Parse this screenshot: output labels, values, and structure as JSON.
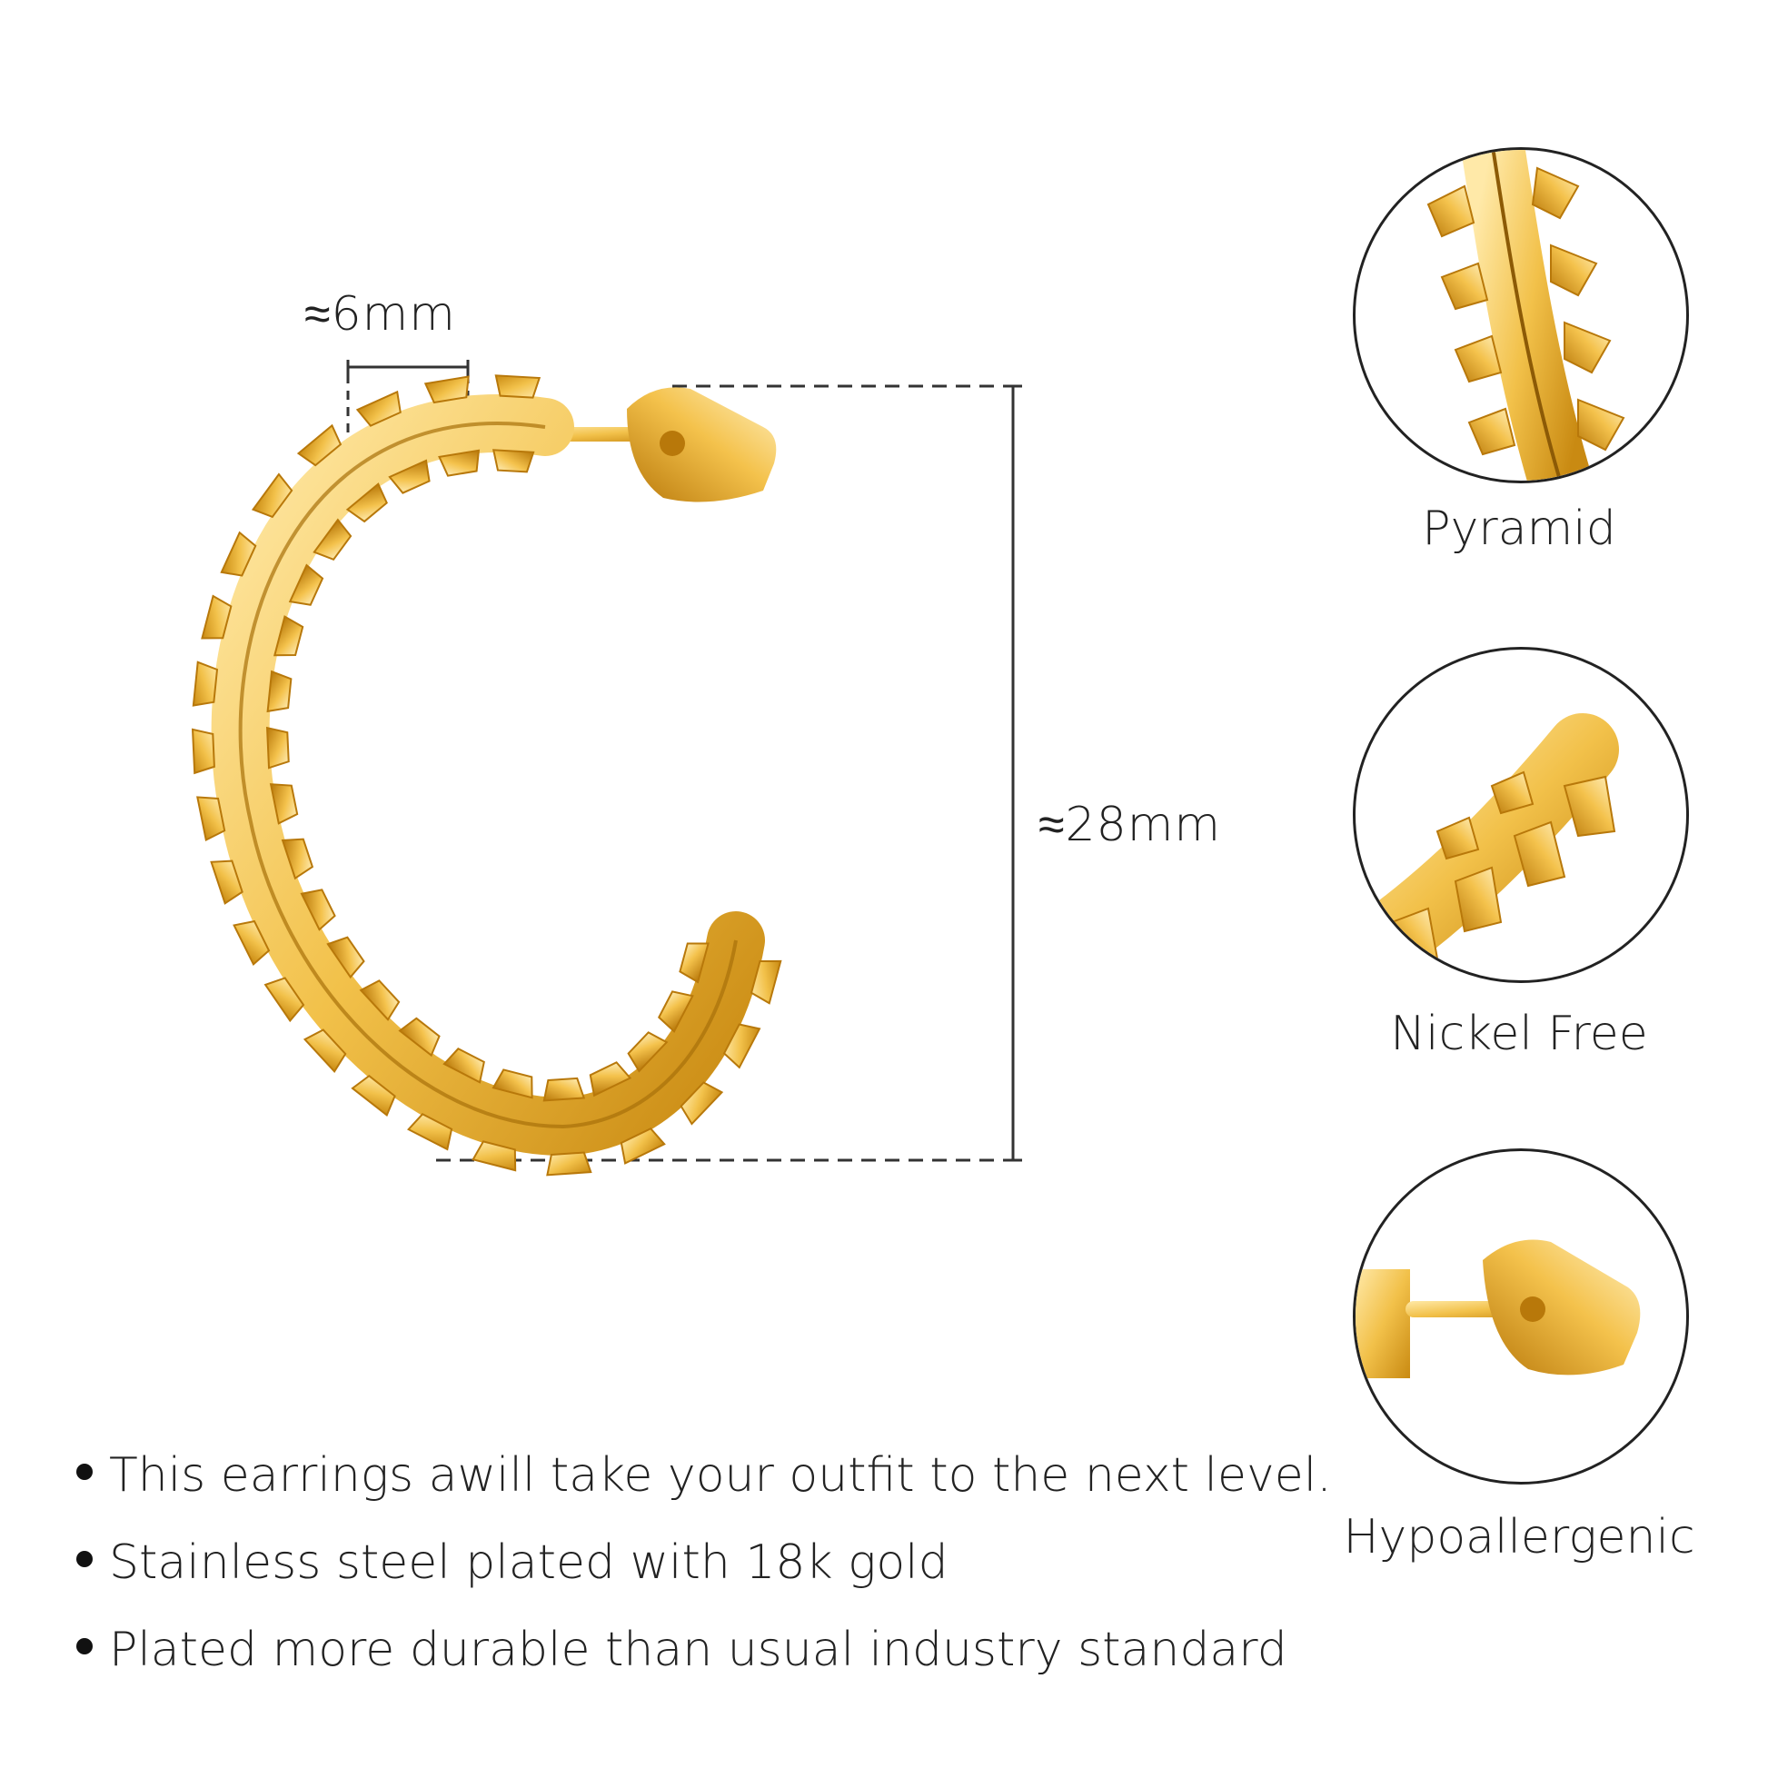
{
  "dimensions": {
    "width_label": "≈6mm",
    "height_label": "≈28mm"
  },
  "features": [
    {
      "label": "Pyramid",
      "icon": "pyramid-stud-closeup"
    },
    {
      "label": "Nickel Free",
      "icon": "hoop-end-closeup"
    },
    {
      "label": "Hypoallergenic",
      "icon": "post-and-back-closeup"
    }
  ],
  "bullets": [
    "This earrings awill take your outfit to the next level.",
    "Stainless steel plated with 18k gold",
    "Plated more durable than usual industry standard"
  ],
  "colors": {
    "gold_light": "#FFE9A8",
    "gold": "#F2C14A",
    "gold_dark": "#C98A12",
    "line": "#333333"
  }
}
